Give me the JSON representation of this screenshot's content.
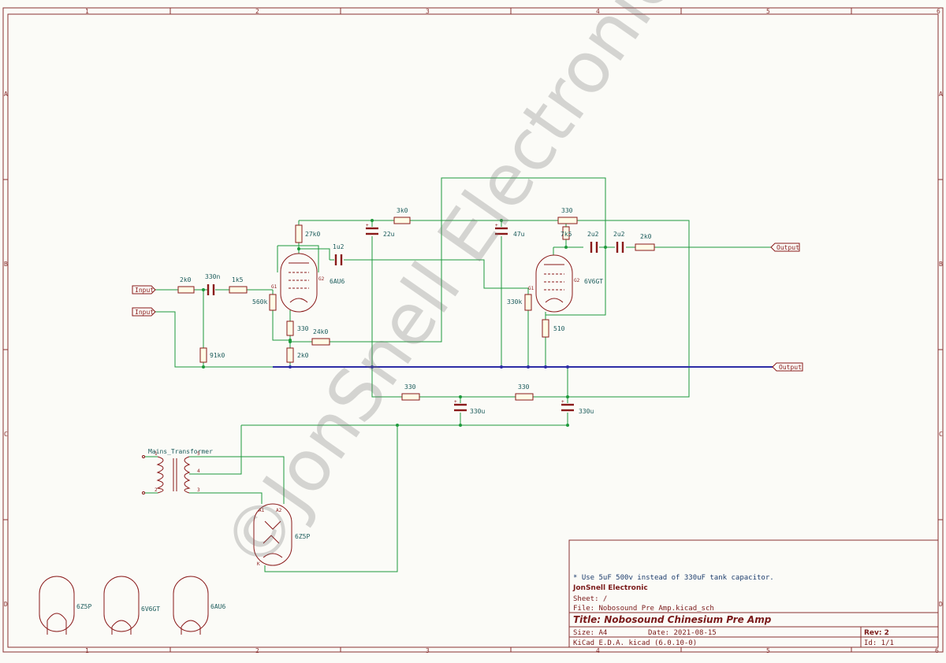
{
  "watermark": "©JonSnell Electronic",
  "frame": {
    "cols": [
      "1",
      "2",
      "3",
      "4",
      "5",
      "6"
    ],
    "rows": [
      "A",
      "B",
      "C",
      "D"
    ]
  },
  "ports": {
    "input1": "Input",
    "input2": "Input",
    "output1": "Output",
    "output2": "Output"
  },
  "components": {
    "r_in": "2k0",
    "c_in": "330n",
    "r_grid": "1k5",
    "r_91k": "91k0",
    "r_560k": "560k",
    "r_27k": "27k0",
    "c_1u2": "1u2",
    "v1_name": "6AU6",
    "r_330_cath": "330",
    "r_24k": "24k0",
    "r_2k0_cath": "2k0",
    "c_22u": "22u",
    "r_3k0": "3k0",
    "c_47u": "47u",
    "r_330_top": "330",
    "r_7k5": "7k5",
    "c_2u2_a": "2u2",
    "c_2u2_b": "2u2",
    "r_2k0_out": "2k0",
    "v2_name": "6V6GT",
    "r_330k": "330k",
    "r_510": "510",
    "r_330_ps1": "330",
    "r_330_ps2": "330",
    "c_330u_a": "330u",
    "c_330u_b": "330u",
    "transformer": "Mains_Transformer",
    "rect_name": "6Z5P",
    "heater1": "6Z5P",
    "heater2": "6V6GT",
    "heater3": "6AU6"
  },
  "pins": {
    "g1": "G1",
    "g2": "G2",
    "t1": "1",
    "t2": "2",
    "t3": "3",
    "t4": "4",
    "t5": "5",
    "a1": "A1",
    "a2": "A2",
    "k": "K"
  },
  "title_block": {
    "note": "* Use 5uF 500v instead of 330uF tank capacitor.",
    "company": "JonSnell Electronic",
    "sheet": "Sheet: /",
    "file": "File: Nobosound Pre Amp.kicad_sch",
    "title": "Title: Nobosound Chinesium Pre Amp",
    "size": "Size: A4",
    "date": "Date: 2021-08-15",
    "rev": "Rev: 2",
    "tool": "KiCad E.D.A.  kicad (6.0.10-0)",
    "id": "Id: 1/1"
  }
}
